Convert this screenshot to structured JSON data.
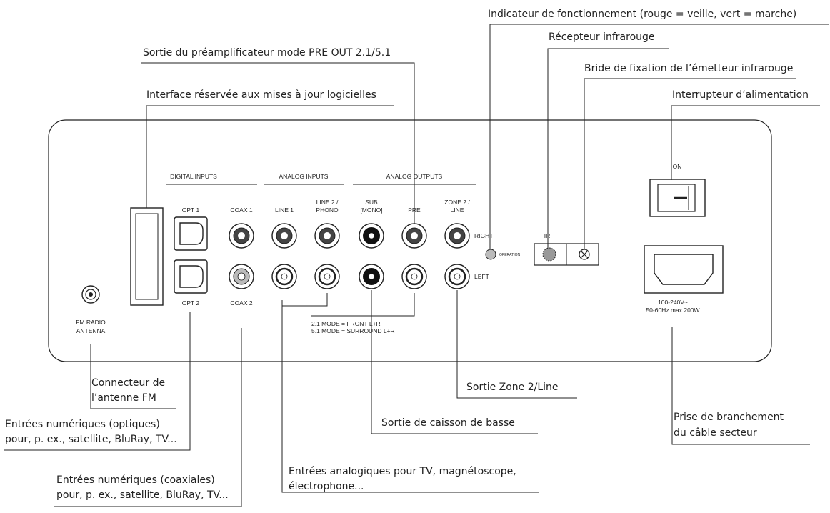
{
  "callouts": {
    "operation_led": "Indicateur de fonctionnement (rouge = veille, vert = marche)",
    "ir_receiver": "Récepteur infrarouge",
    "preamp_out": "Sortie du préamplificateur mode PRE OUT 2.1/5.1",
    "ir_emitter_bracket": "Bride de fixation de l’émetteur infrarouge",
    "software_update": "Interface réservée aux mises à jour logicielles",
    "power_switch": "Interrupteur d’alimentation",
    "fm_antenna": [
      "Connecteur de",
      "l’antenne FM"
    ],
    "digital_optical": [
      "Entrées numériques (optiques)",
      "pour, p. ex., satellite, BluRay, TV..."
    ],
    "zone2_out": "Sortie Zone 2/Line",
    "subwoofer_out": "Sortie de caisson de basse",
    "mains_socket": [
      "Prise de branchement",
      "du câble secteur"
    ],
    "digital_coaxial": [
      "Entrées numériques (coaxiales)",
      "pour, p. ex., satellite, BluRay, TV..."
    ],
    "analog_inputs": [
      "Entrées analogiques pour TV, magnétoscope,",
      "électrophone..."
    ]
  },
  "panel": {
    "group_digital_inputs": "DIGITAL INPUTS",
    "group_analog_inputs": "ANALOG INPUTS",
    "group_analog_outputs": "ANALOG OUTPUTS",
    "opt1": "OPT 1",
    "opt2": "OPT 2",
    "coax1": "COAX 1",
    "coax2": "COAX 2",
    "line1": "LINE 1",
    "line2_phono": [
      "LINE 2 /",
      "PHONO"
    ],
    "sub_mono": [
      "SUB",
      "[MONO]"
    ],
    "pre": "PRE",
    "zone2_line": [
      "ZONE 2 /",
      "LINE"
    ],
    "right": "RIGHT",
    "left": "LEFT",
    "operation": "OPERATION",
    "ir": "IR",
    "on": "ON",
    "fm_radio_antenna": [
      "FM RADIO",
      "ANTENNA"
    ],
    "mode_notes": [
      "2.1 MODE = FRONT L+R",
      "5.1 MODE = SURROUND L+R"
    ],
    "power_rating": [
      "100-240V~",
      "50-60Hz  max.200W"
    ]
  }
}
